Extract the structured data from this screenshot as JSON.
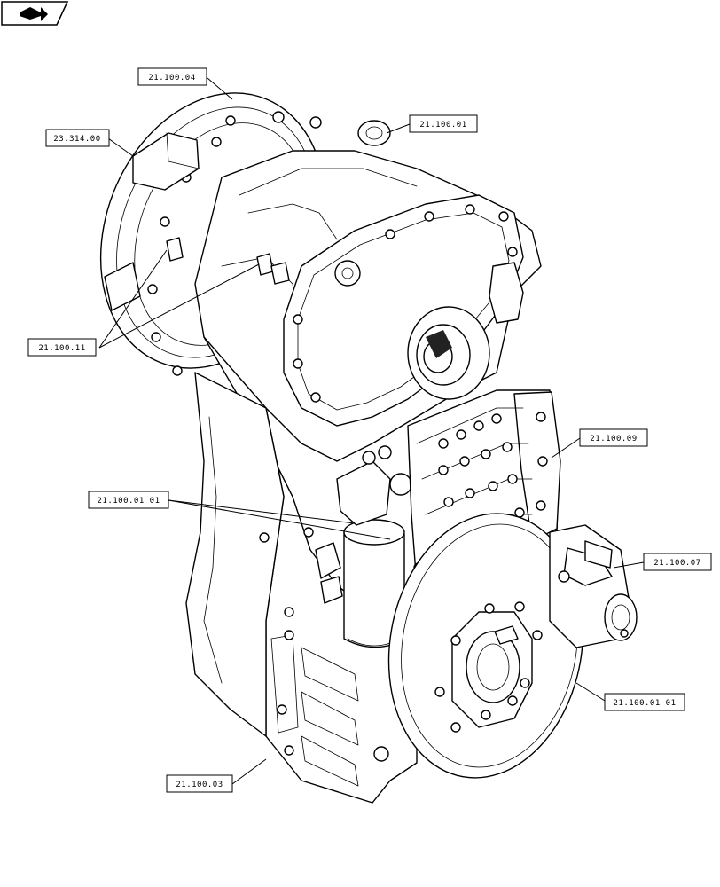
{
  "icon": {
    "name": "nav-back-icon"
  },
  "callouts": [
    {
      "id": "c1",
      "label": "21.100.04"
    },
    {
      "id": "c2",
      "label": "23.314.00"
    },
    {
      "id": "c3",
      "label": "21.100.01"
    },
    {
      "id": "c4",
      "label": "21.100.11"
    },
    {
      "id": "c5",
      "label": "21.100.09"
    },
    {
      "id": "c6",
      "label": "21.100.01 01"
    },
    {
      "id": "c7",
      "label": "21.100.07"
    },
    {
      "id": "c8",
      "label": "21.100.01 01"
    },
    {
      "id": "c9",
      "label": "21.100.03"
    }
  ]
}
